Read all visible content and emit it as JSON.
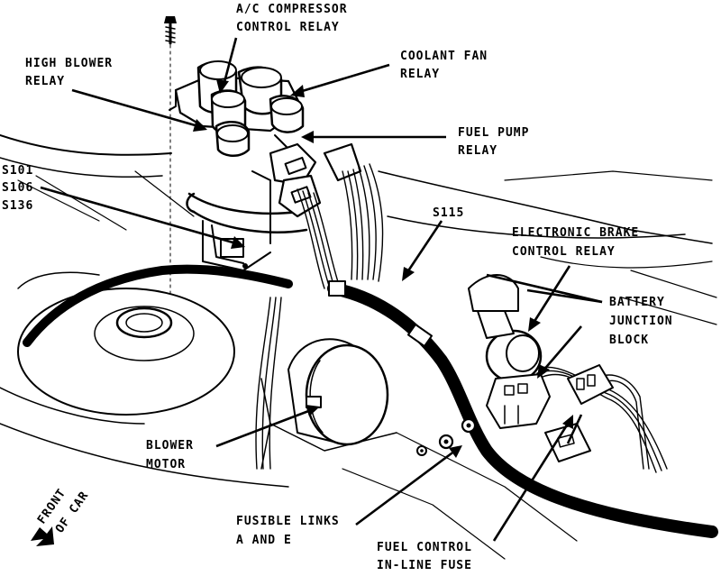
{
  "labels": {
    "ac_compressor_relay": [
      "A/C COMPRESSOR",
      "CONTROL RELAY"
    ],
    "coolant_fan_relay": [
      "COOLANT FAN",
      "RELAY"
    ],
    "high_blower_relay": [
      "HIGH BLOWER",
      "RELAY"
    ],
    "fuel_pump_relay": [
      "FUEL PUMP",
      "RELAY"
    ],
    "splices": [
      "S101",
      "S106",
      "S136"
    ],
    "s115": "S115",
    "electronic_brake_control_relay": [
      "ELECTRONIC BRAKE",
      "CONTROL RELAY"
    ],
    "battery_junction_block": [
      "BATTERY",
      "JUNCTION",
      "BLOCK"
    ],
    "blower_motor": [
      "BLOWER",
      "MOTOR"
    ],
    "fusible_links": [
      "FUSIBLE LINKS",
      "A AND E"
    ],
    "fuel_control_fuse": [
      "FUEL CONTROL",
      "IN-LINE FUSE"
    ],
    "front_of_car": [
      "FRONT",
      "OF CAR"
    ]
  }
}
